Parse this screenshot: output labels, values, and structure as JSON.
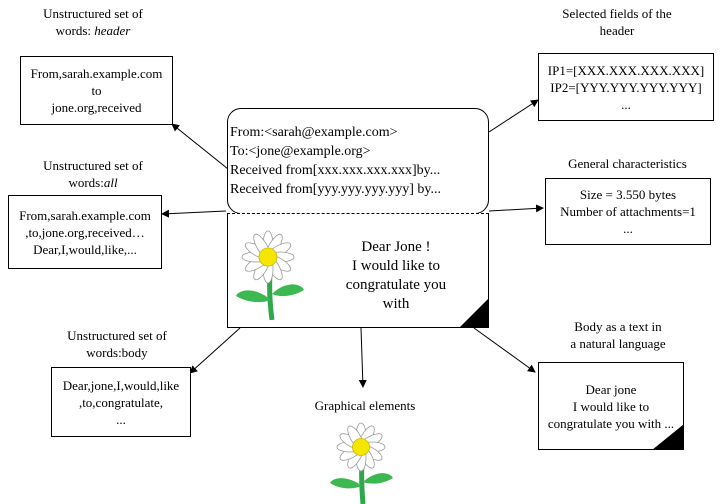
{
  "captions": {
    "header_words": [
      "Unstructured set of",
      "words: ",
      "header"
    ],
    "selected_fields": [
      "Selected fields of the",
      "header"
    ],
    "all_words": [
      "Unstructured set of",
      "words:",
      "all"
    ],
    "general": [
      "General characteristics"
    ],
    "body_words": [
      "Unstructured set of",
      "words:body"
    ],
    "natural_lang": [
      "Body as a text in",
      "a natural language"
    ],
    "graphical": [
      "Graphical elements"
    ]
  },
  "boxes": {
    "header_words": [
      "From,sarah.example.com",
      "to",
      "jone.org,received"
    ],
    "selected_fields": [
      "IP1=[XXX.XXX.XXX.XXX]",
      "IP2=[YYY.YYY.YYY.YYY]",
      "..."
    ],
    "all_words": [
      "From,sarah.example.com",
      ",to,jone.org,received…",
      "Dear,I,would,like,..."
    ],
    "general": [
      "Size = 3.550 bytes",
      "Number of attachments=1",
      "..."
    ],
    "body_words": [
      "Dear,jone,I,would,like",
      ",to,congratulate,",
      "..."
    ],
    "natural_lang": [
      "Dear jone",
      "I would like to",
      "congratulate you with ..."
    ]
  },
  "email": {
    "header_lines": [
      "From:<sarah@example.com>",
      "To:<jone@example.org>",
      "Received from[xxx.xxx.xxx.xxx]by...",
      "Received from[yyy.yyy.yyy.yyy] by..."
    ],
    "body_lines": [
      "Dear Jone !",
      "I would like to",
      "congratulate you",
      "with"
    ]
  },
  "icons": {
    "flower": "daisy-flower-icon",
    "corner": "folded-corner-icon"
  },
  "colors": {
    "petal": "#ffffff",
    "center": "#f5e600",
    "stem": "#2ea84a",
    "leaf": "#3cb850"
  }
}
